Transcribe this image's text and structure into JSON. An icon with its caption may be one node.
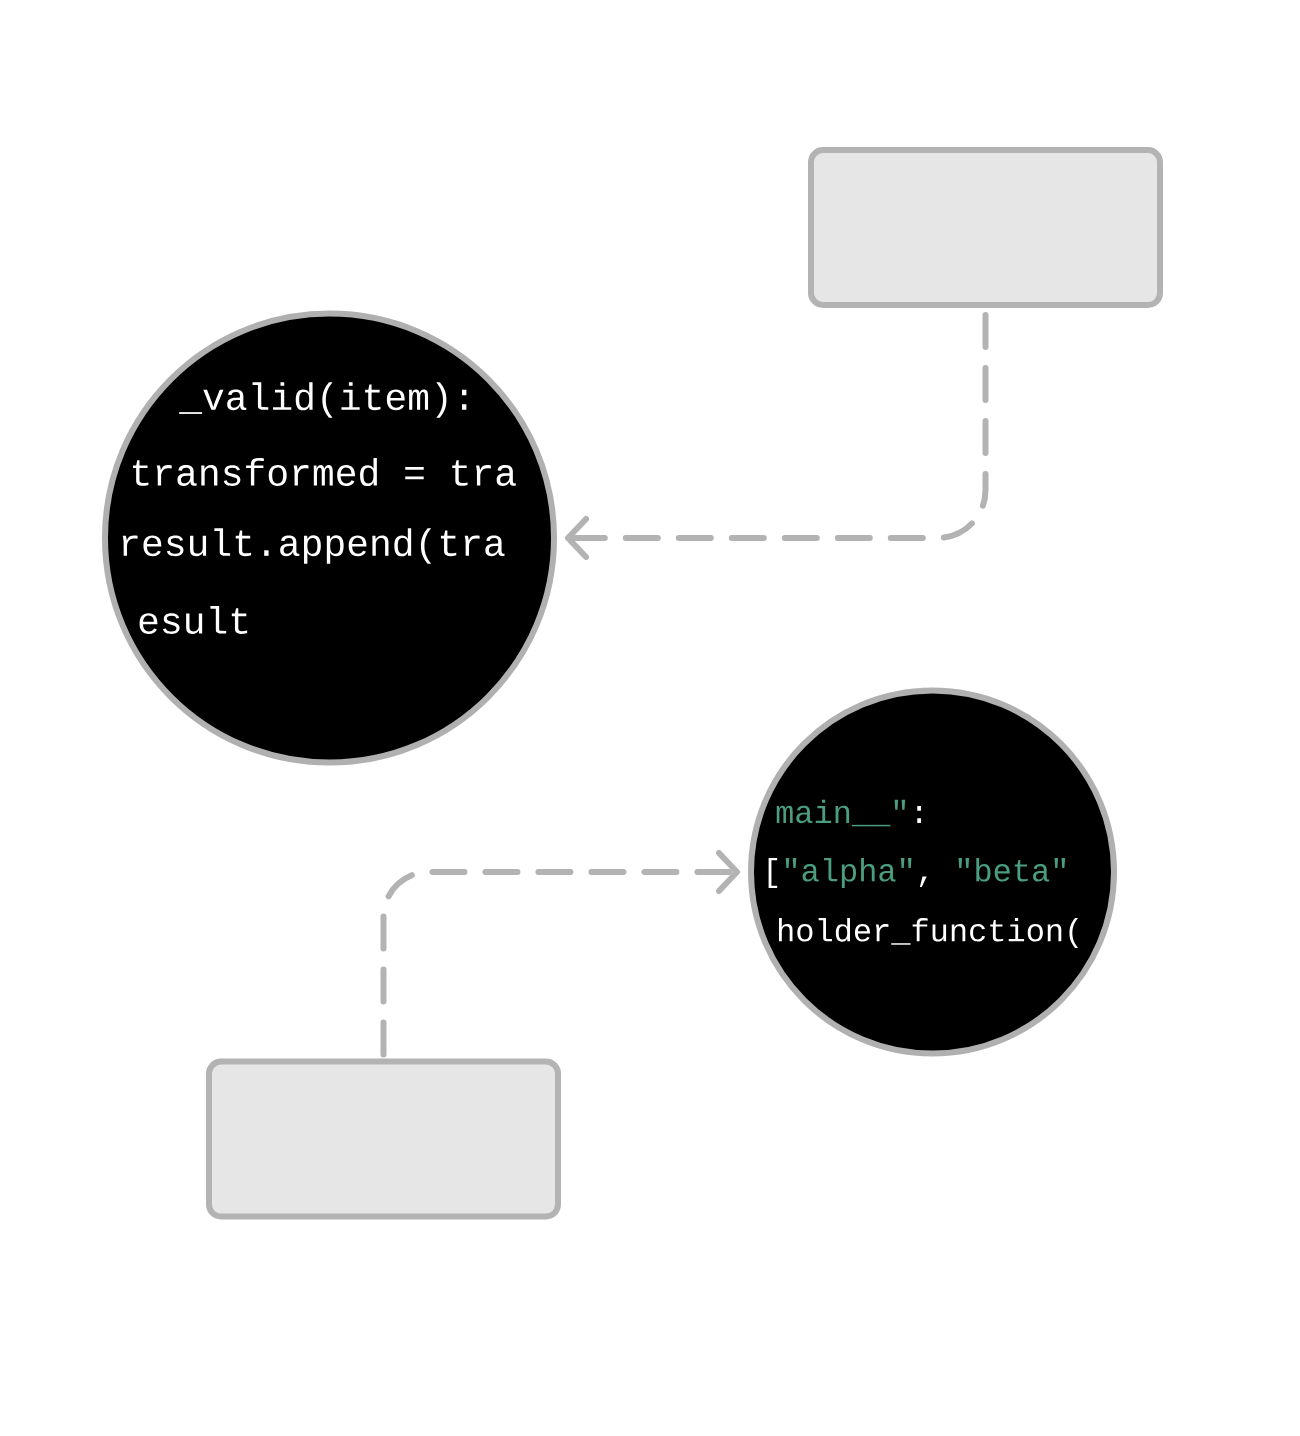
{
  "diagram": {
    "nodes": [
      {
        "text": [],
        "shape": "box"
      },
      {
        "text": [
          "_valid(item):",
          "transformed = tra",
          "result.append(tra",
          "esult"
        ]
      },
      {
        "text": [
          "main__\":",
          "[\"alpha\", \"beta\"",
          "holder_function("
        ]
      },
      {
        "text": [],
        "shape": "box"
      }
    ],
    "edges": [
      {
        "from": 0,
        "to": 1,
        "arrow": "to",
        "style": "dashed"
      },
      {
        "from": 3,
        "to": 2,
        "arrow": "to",
        "style": "dashed"
      }
    ]
  }
}
